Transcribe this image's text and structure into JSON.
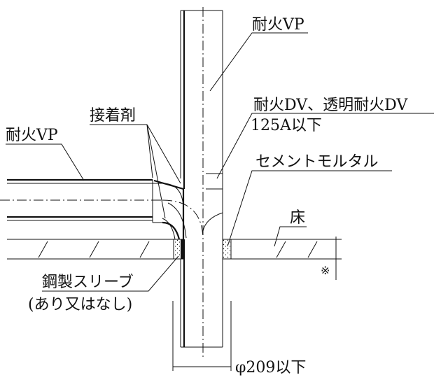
{
  "labels": {
    "vertical_pipe": "耐火VP",
    "joint": "耐火DV、透明耐火DV",
    "joint_size": "125A以下",
    "mortar": "セメントモルタル",
    "adhesive": "接着剤",
    "horizontal_pipe": "耐火VP",
    "floor": "床",
    "sleeve": "鋼製スリーブ",
    "sleeve_note": "(あり又はなし)",
    "note_mark": "※",
    "diameter": "φ209以下"
  }
}
